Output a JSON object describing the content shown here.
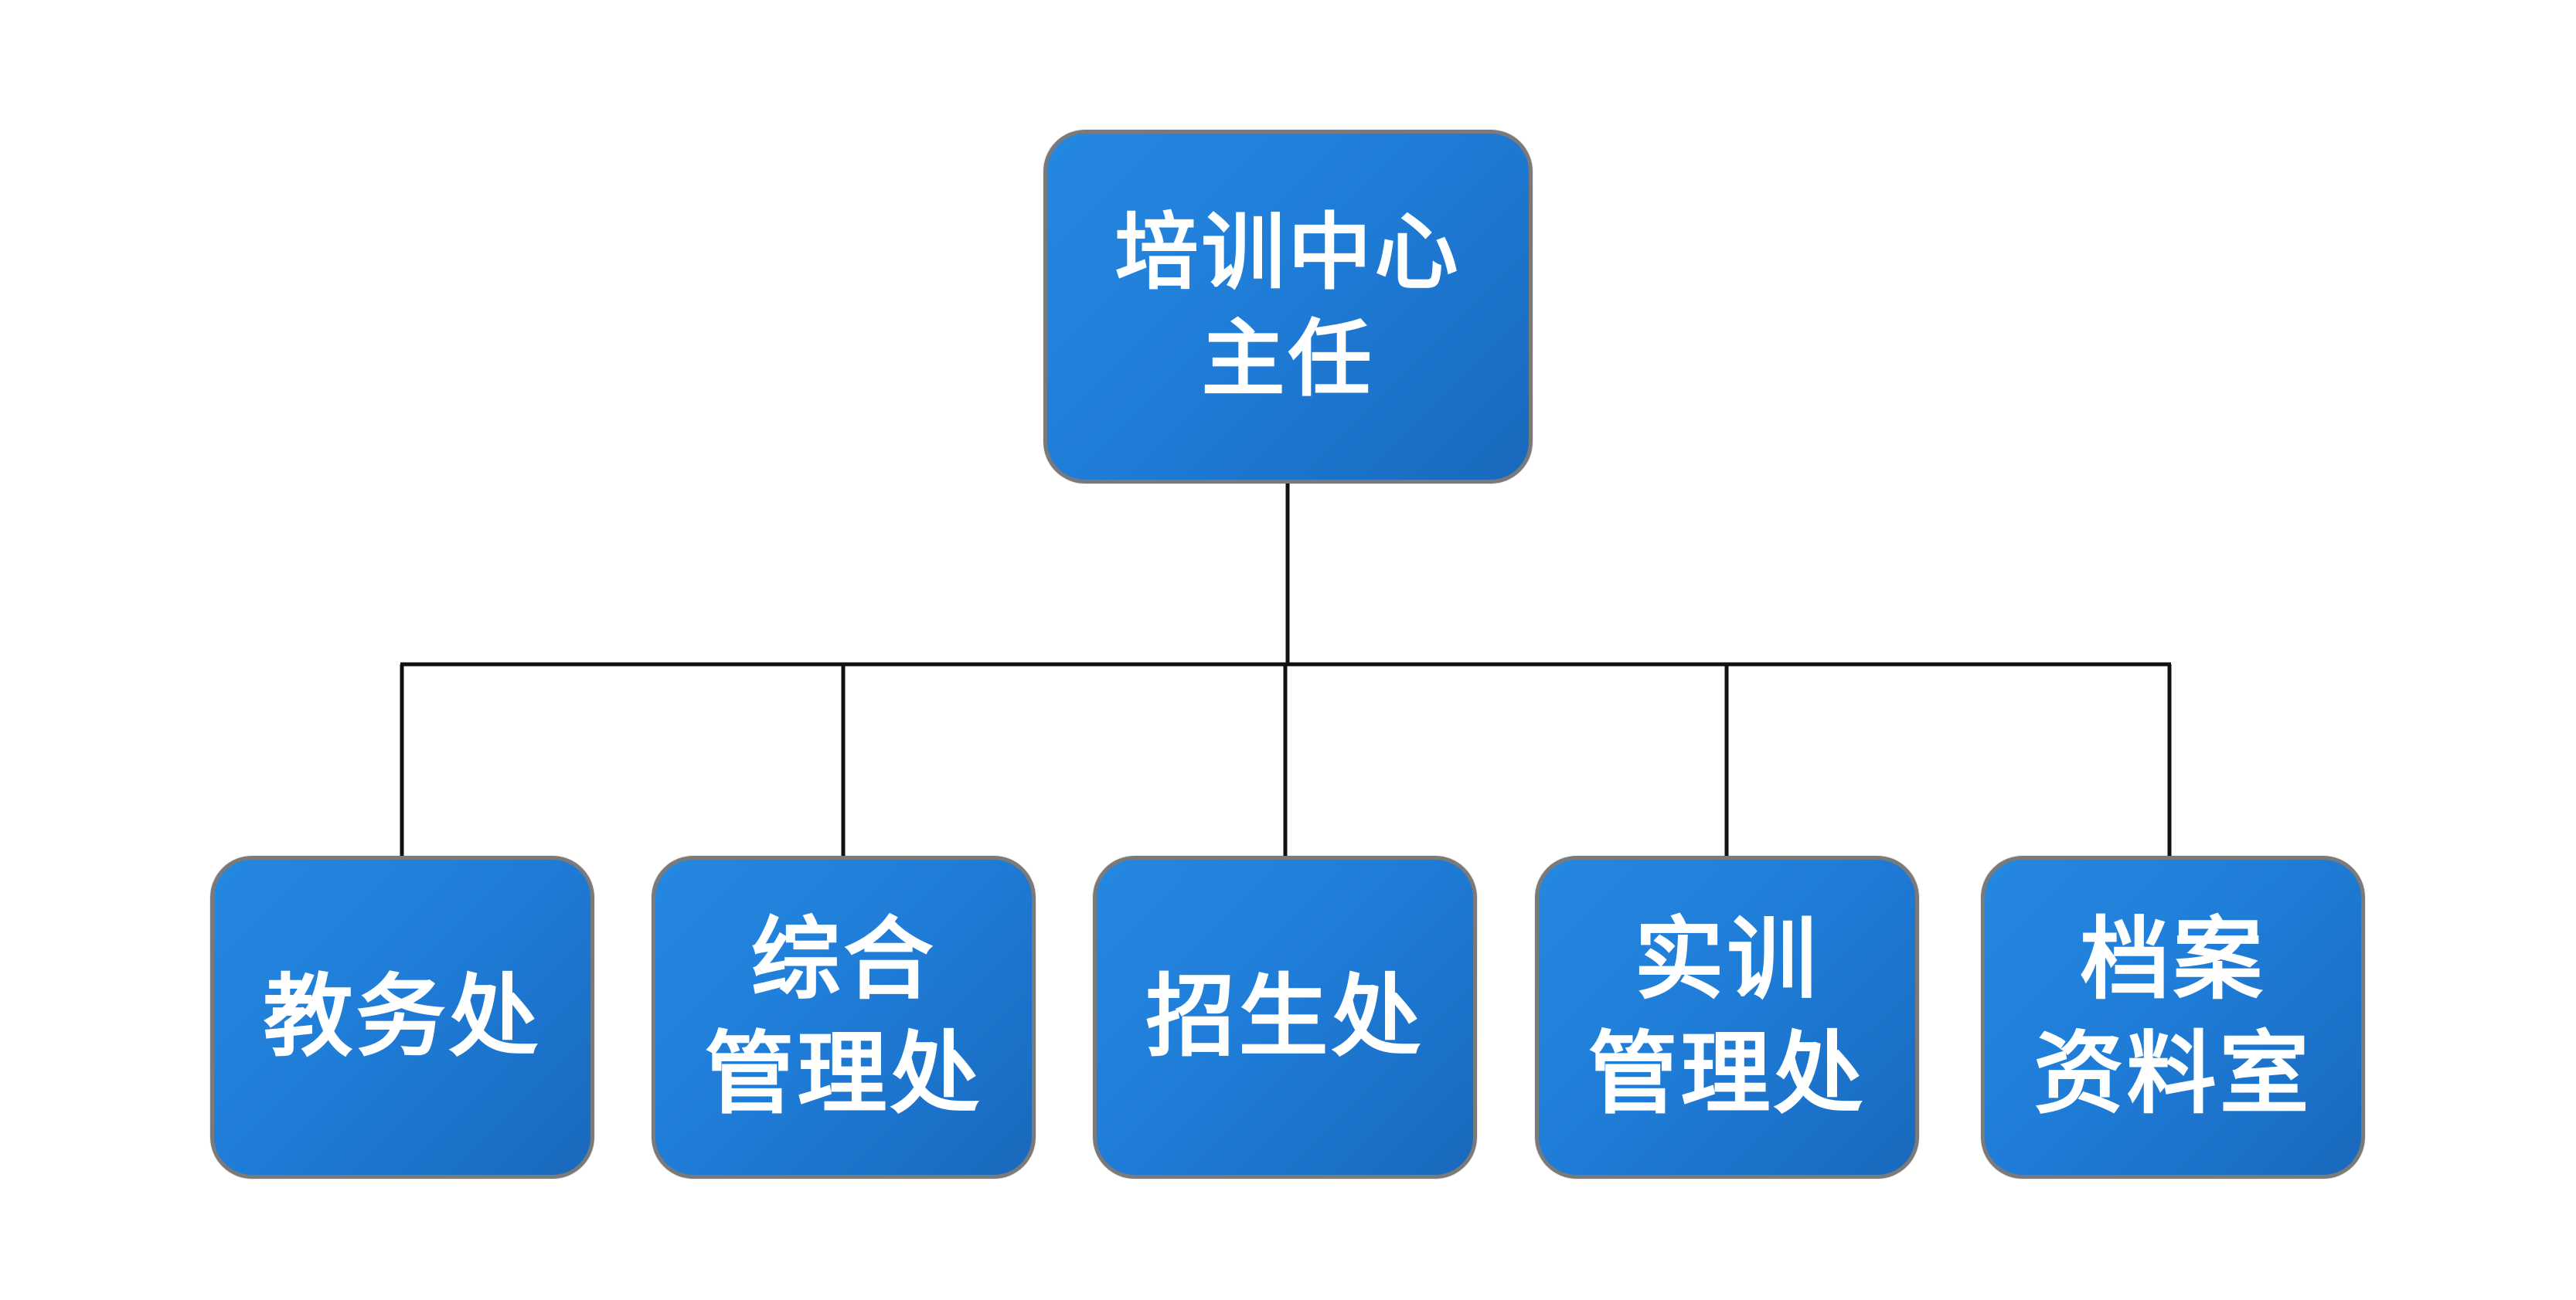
{
  "diagram": {
    "root": {
      "lines": [
        "培训中心",
        "主任"
      ]
    },
    "children": [
      {
        "lines": [
          "教务处"
        ]
      },
      {
        "lines": [
          "综合",
          "管理处"
        ]
      },
      {
        "lines": [
          "招生处"
        ]
      },
      {
        "lines": [
          "实训",
          "管理处"
        ]
      },
      {
        "lines": [
          "档案",
          "资料室"
        ]
      }
    ]
  },
  "colors": {
    "node_fill": "#1f7dd8",
    "node_border": "#7a7a7a",
    "connector": "#111111",
    "text": "#ffffff"
  }
}
